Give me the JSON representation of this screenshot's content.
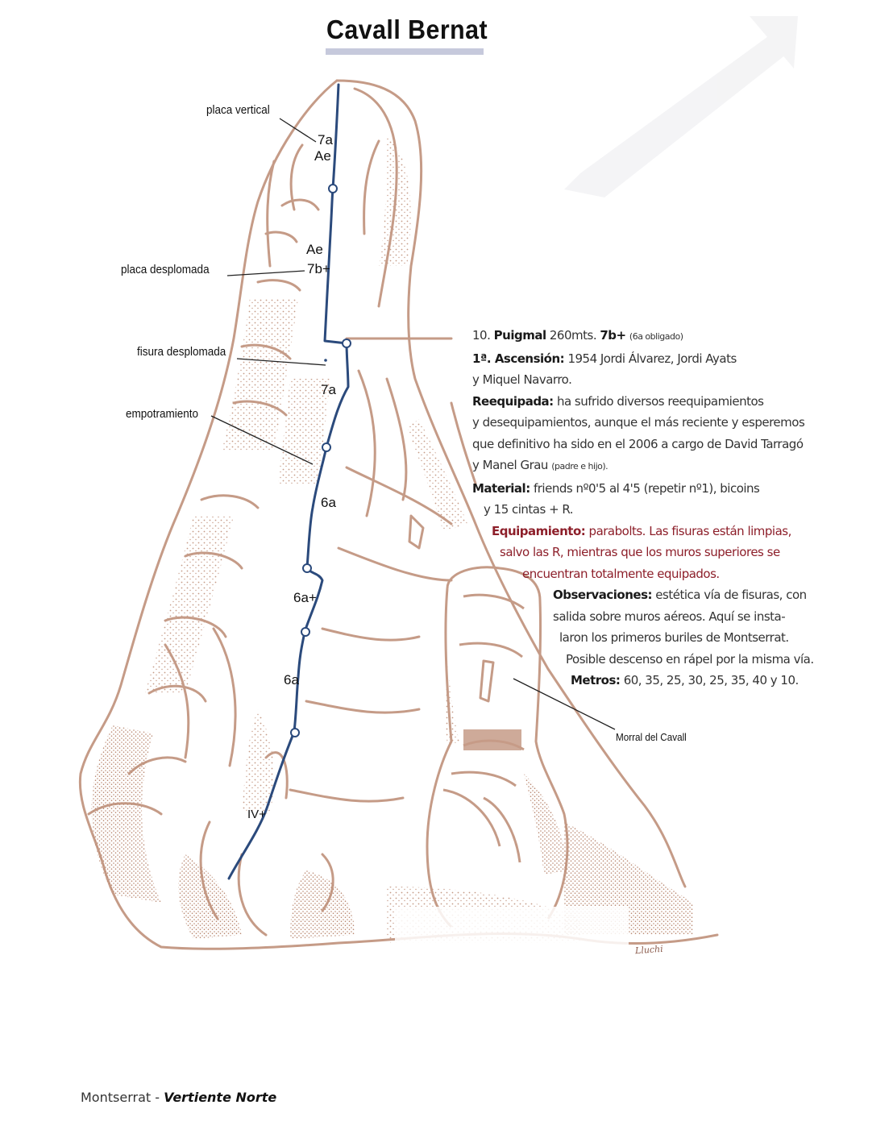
{
  "title": "Cavall Bernat",
  "callouts": {
    "placa_vertical": "placa vertical",
    "placa_desplomada": "placa desplomada",
    "fisura_desplomada": "fisura desplomada",
    "empotramiento": "empotramiento",
    "morral": "Morral del Cavall"
  },
  "grades": {
    "g1a": "7a",
    "g1b": "Ae",
    "g2a": "Ae",
    "g2b": "7b+",
    "g3": "7a",
    "g4": "6a",
    "g5": "6a+",
    "g6": "6a",
    "g7": "IV+"
  },
  "route": {
    "number": "10.",
    "name": "Puigmal",
    "length": "260mts.",
    "grade": "7b+",
    "obligado": "(6a obligado)",
    "ascension_label": "1ª. Ascensión:",
    "ascension_1": "1954 Jordi Álvarez, Jordi Ayats",
    "ascension_2": "y Miquel Navarro.",
    "reequipada_label": "Reequipada:",
    "reequipada_1": "ha sufrido diversos reequipamientos",
    "reequipada_2": "y desequipamientos, aunque el más reciente y esperemos",
    "reequipada_3": "que definitivo ha sido en el 2006 a cargo de David Tarragó",
    "reequipada_4a": "y Manel Grau",
    "reequipada_4b": "(padre e hijo).",
    "material_label": "Material:",
    "material_1": "friends nº0'5 al 4'5 (repetir nº1), bicoins",
    "material_2": "y 15 cintas + R.",
    "equip_label": "Equipamiento:",
    "equip_1": "parabolts. Las fisuras están limpias,",
    "equip_2": "salvo las R, mientras que los muros superiores se",
    "equip_3": "encuentran totalmente equipados.",
    "obs_label": "Observaciones:",
    "obs_1": "estética vía de fisuras, con",
    "obs_2": "salida sobre muros aéreos. Aquí se insta-",
    "obs_3": "laron los primeros buriles de Montserrat.",
    "obs_4": "Posible descenso en rápel por la misma vía.",
    "metros_label": "Metros:",
    "metros": "60, 35, 25, 30, 25, 35, 40 y 10."
  },
  "footer": {
    "place": "Montserrat -",
    "face": "Vertiente Norte"
  },
  "signature": "Lluchi",
  "colors": {
    "rock": "#c59b87",
    "rock_fill": "#dbb5a4",
    "route": "#2b4a7c",
    "red_text": "#8d1f2a",
    "title_bar": "#c6c9dc"
  }
}
